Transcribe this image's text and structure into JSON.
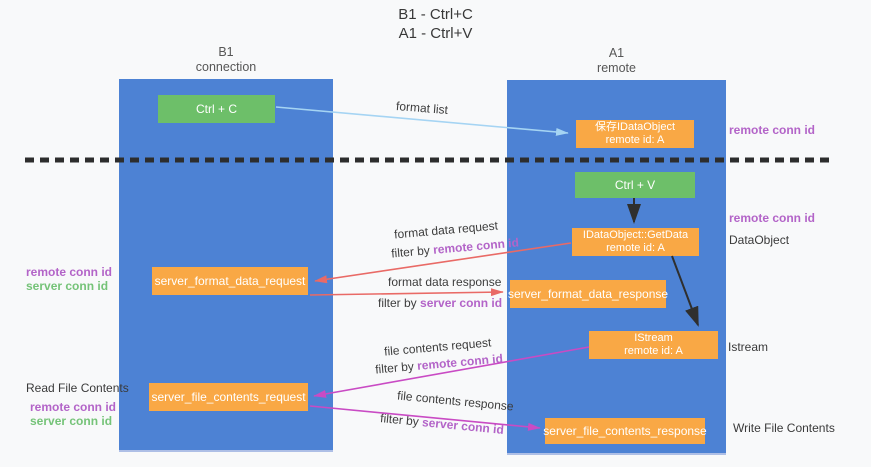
{
  "title": {
    "line1": "B1 - Ctrl+C",
    "line2": "A1 - Ctrl+V"
  },
  "columns": {
    "left": {
      "name": "B1",
      "role": "connection"
    },
    "right": {
      "name": "A1",
      "role": "remote"
    }
  },
  "nodes": {
    "ctrl_c": {
      "label": "Ctrl + C"
    },
    "ctrl_v": {
      "label": "Ctrl + V"
    },
    "save_idataobject": {
      "line1": "保存IDataObject",
      "line2": "remote id: A"
    },
    "getdata": {
      "line1": "IDataObject::GetData",
      "line2": "remote id: A"
    },
    "istream": {
      "line1": "IStream",
      "line2": "remote id: A"
    },
    "format_request": {
      "label": "server_format_data_request"
    },
    "format_response": {
      "label": "server_format_data_response"
    },
    "file_request": {
      "label": "server_file_contents_request"
    },
    "file_response": {
      "label": "server_file_contents_response"
    }
  },
  "flow_labels": {
    "format_list": "format list",
    "format_data_request": "format data request",
    "format_data_response": "format data response",
    "file_contents_request": "file contents request",
    "file_contents_response": "file contents response",
    "filter_by": "filter by",
    "remote_conn_id": "remote conn id",
    "server_conn_id": "server conn id"
  },
  "side_labels": {
    "remote_conn_id": "remote conn id",
    "server_conn_id": "server conn id",
    "dataobject": "DataObject",
    "istream": "Istream",
    "write_file_contents": "Write File Contents",
    "read_file_contents": "Read File Contents"
  },
  "colors": {
    "column_blue": "#4d82d4",
    "node_orange": "#f9a845",
    "node_green": "#6dbf69",
    "arrow_light_blue": "#a5d4f3",
    "arrow_red": "#e96a66",
    "arrow_magenta": "#c94bc4",
    "arrow_black": "#2f2f2f",
    "text_purple": "#b364c8",
    "text_green": "#75c378",
    "background": "#f8f9fa"
  }
}
